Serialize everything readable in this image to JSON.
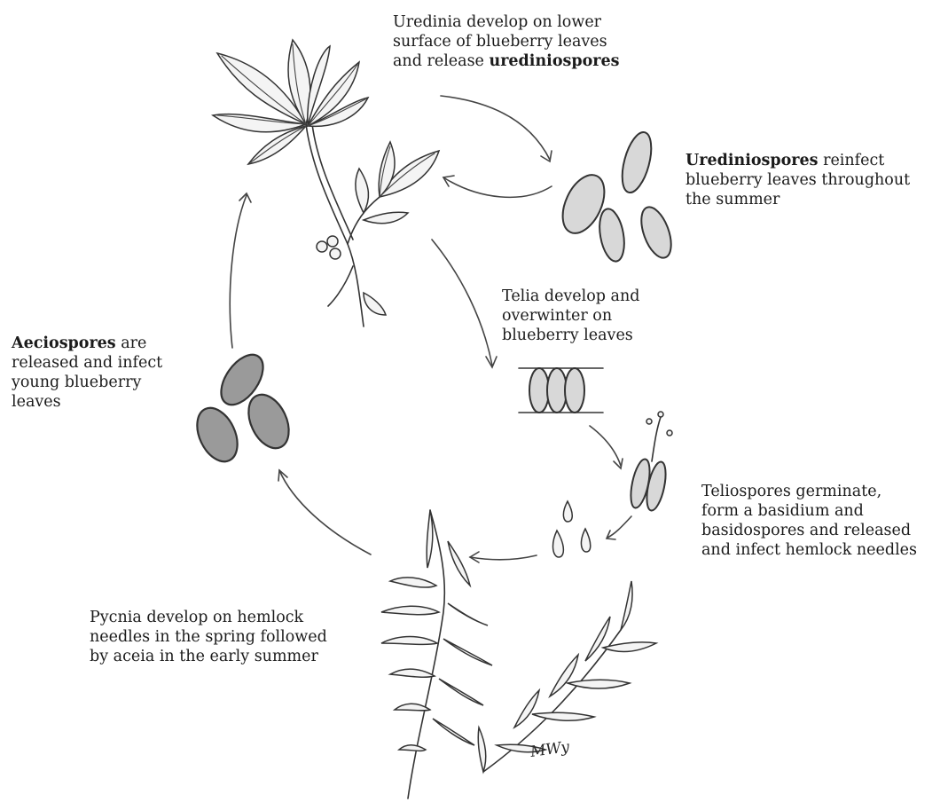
{
  "labels": {
    "uredinia": {
      "line1": "Uredinia develop on lower",
      "line2": "surface of blueberry leaves",
      "line3_pre": "and release ",
      "line3_bold": "urediniospores"
    },
    "urediniospores": {
      "bold": "Urediniospores",
      "line1_rest": " reinfect",
      "line2": "blueberry leaves throughout",
      "line3": "the summer"
    },
    "telia": {
      "line1": "Telia develop and",
      "line2": "overwinter on",
      "line3": "blueberry leaves"
    },
    "teliospores": {
      "line1": "Teliospores germinate,",
      "line2": "form a basidium and",
      "line3": "basidospores and released",
      "line4": "and infect hemlock needles"
    },
    "pycnia": {
      "line1": "Pycnia develop on hemlock",
      "line2": "needles in the spring followed",
      "line3": "by aceia in the early summer"
    },
    "aeciospores": {
      "bold": "Aeciospores",
      "line1_rest": " are",
      "line2": "released and infect",
      "line3": "young blueberry",
      "line4": "leaves"
    }
  },
  "signature": "MWy"
}
